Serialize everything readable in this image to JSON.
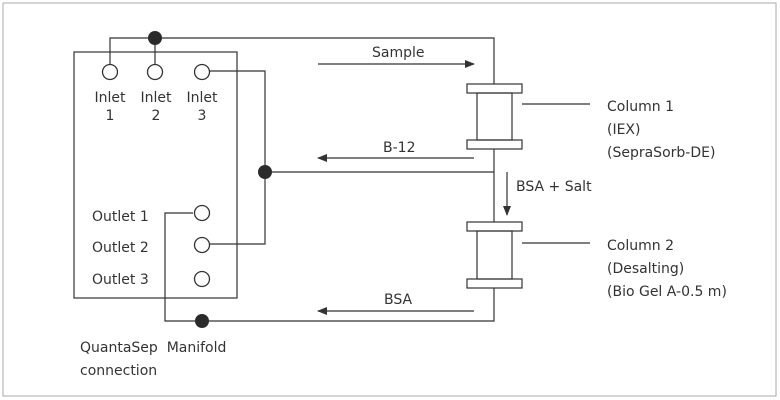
{
  "manifold": {
    "inlets": [
      {
        "line1": "Inlet",
        "line2": "1"
      },
      {
        "line1": "Inlet",
        "line2": "2"
      },
      {
        "line1": "Inlet",
        "line2": "3"
      }
    ],
    "outlets": [
      "Outlet 1",
      "Outlet 2",
      "Outlet 3"
    ],
    "caption": [
      "QuantaSep  Manifold",
      "connection"
    ]
  },
  "flows": {
    "sample": "Sample",
    "b12": "B-12",
    "bsa_salt": "BSA + Salt",
    "bsa": "BSA"
  },
  "columns": [
    {
      "name": "Column 1",
      "type": "(IEX)",
      "media": "(SepraSorb-DE)"
    },
    {
      "name": "Column 2",
      "type": "(Desalting)",
      "media": "(Bio Gel A-0.5 m)"
    }
  ],
  "colors": {
    "line": "#333333",
    "frame": "#aaaaaa"
  }
}
